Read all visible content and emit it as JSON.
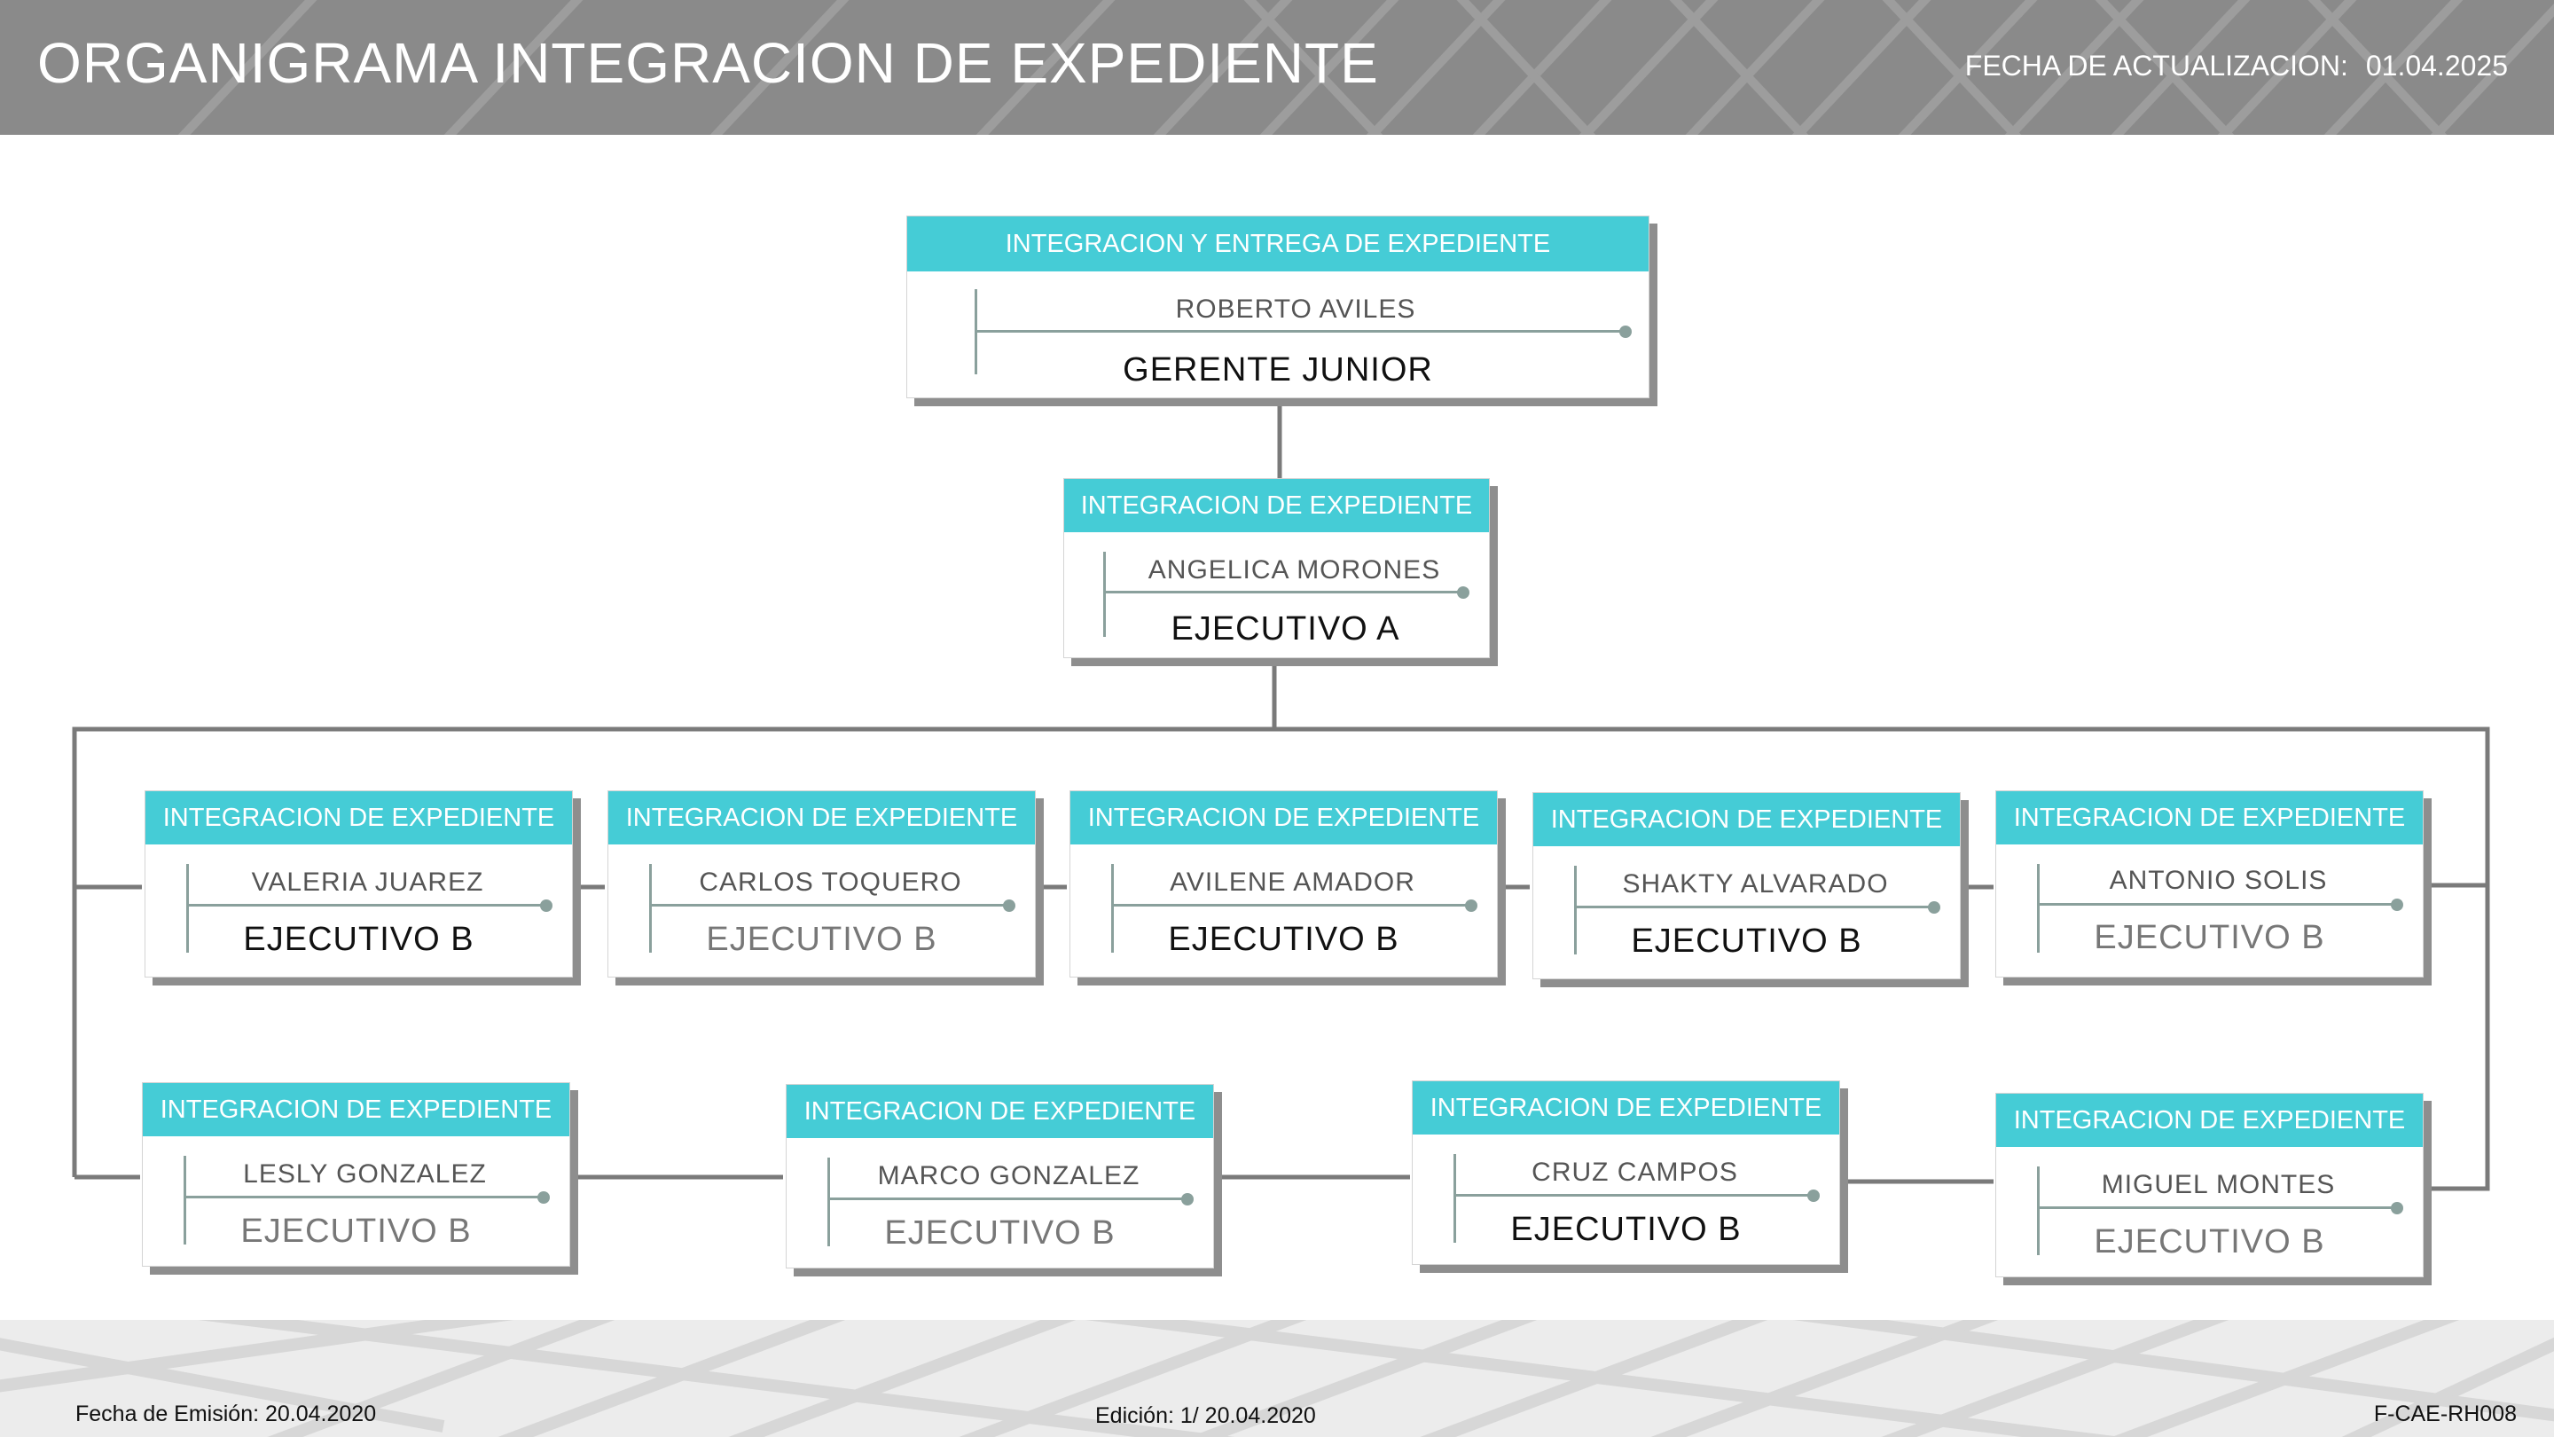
{
  "header": {
    "title": "ORGANIGRAMA INTEGRACION DE EXPEDIENTE",
    "update_label": "FECHA DE ACTUALIZACION:",
    "update_date": "01.04.2025"
  },
  "nodes": {
    "top": {
      "unit": "INTEGRACION Y ENTREGA DE EXPEDIENTE",
      "person": "ROBERTO AVILES",
      "role": "GERENTE JUNIOR"
    },
    "level2": {
      "unit": "INTEGRACION DE EXPEDIENTE",
      "person": "ANGELICA MORONES",
      "role": "EJECUTIVO A"
    },
    "r1": [
      {
        "unit": "INTEGRACION DE EXPEDIENTE",
        "person": "VALERIA JUAREZ",
        "role": "EJECUTIVO B"
      },
      {
        "unit": "INTEGRACION DE EXPEDIENTE",
        "person": "CARLOS TOQUERO",
        "role": "EJECUTIVO B"
      },
      {
        "unit": "INTEGRACION DE EXPEDIENTE",
        "person": "AVILENE AMADOR",
        "role": "EJECUTIVO B"
      },
      {
        "unit": "INTEGRACION DE EXPEDIENTE",
        "person": "SHAKTY ALVARADO",
        "role": "EJECUTIVO B"
      },
      {
        "unit": "INTEGRACION DE EXPEDIENTE",
        "person": "ANTONIO SOLIS",
        "role": "EJECUTIVO B"
      }
    ],
    "r2": [
      {
        "unit": "INTEGRACION DE EXPEDIENTE",
        "person": "LESLY GONZALEZ",
        "role": "EJECUTIVO B"
      },
      {
        "unit": "INTEGRACION DE EXPEDIENTE",
        "person": "MARCO GONZALEZ",
        "role": "EJECUTIVO B"
      },
      {
        "unit": "INTEGRACION DE EXPEDIENTE",
        "person": "CRUZ CAMPOS",
        "role": "EJECUTIVO B"
      },
      {
        "unit": "INTEGRACION DE EXPEDIENTE",
        "person": "MIGUEL MONTES",
        "role": "EJECUTIVO B"
      }
    ]
  },
  "footer": {
    "emision": "Fecha de Emisión: 20.04.2020",
    "edicion": "Edición: 1/ 20.04.2020",
    "code": "F-CAE-RH008"
  },
  "colors": {
    "accent": "#45ccd6",
    "connector": "#7a7a7a",
    "header_bg": "#8a8a8a"
  }
}
